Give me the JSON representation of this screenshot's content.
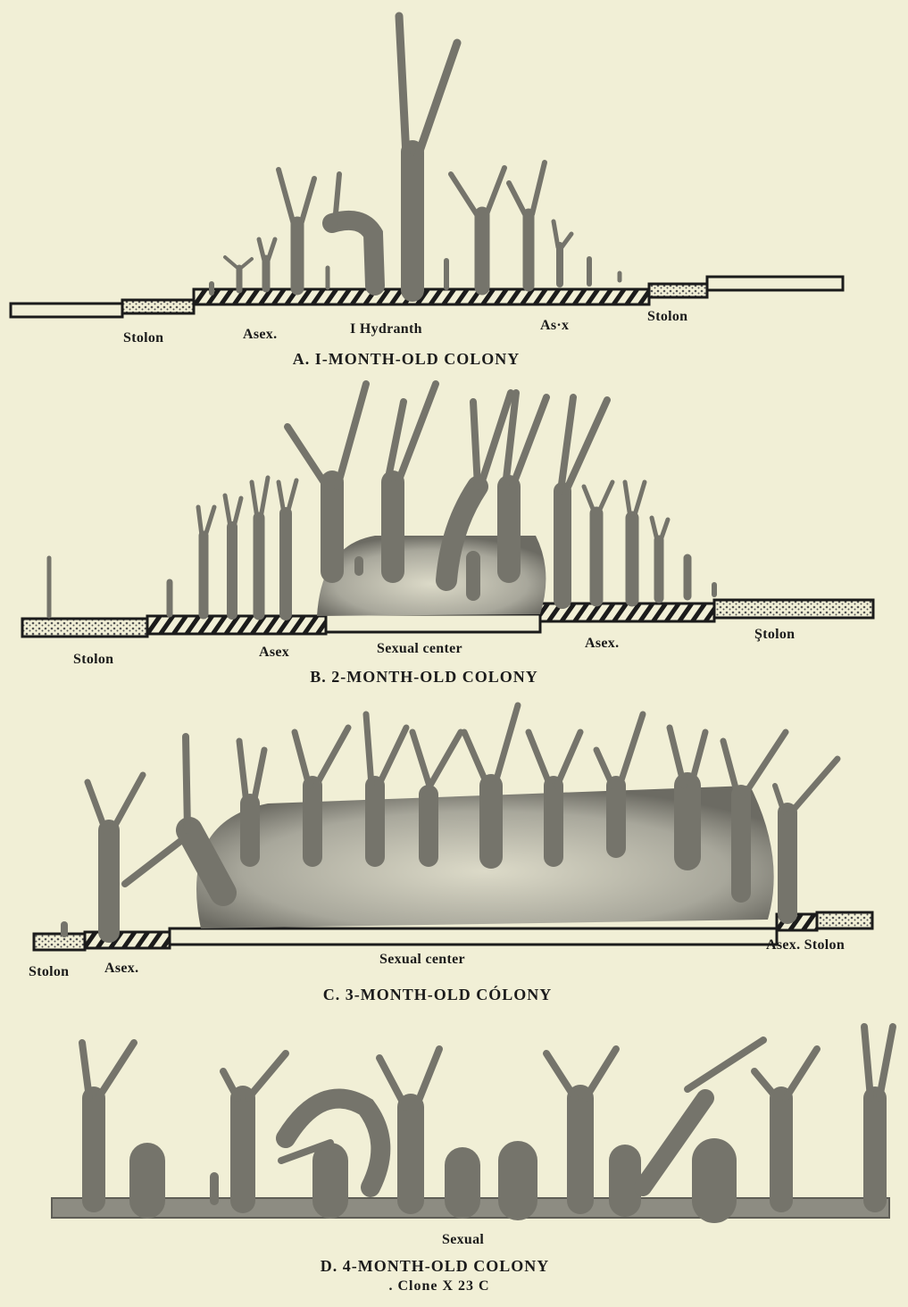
{
  "colors": {
    "paper": "#f1efd6",
    "ink": "#6f6f67",
    "dark": "#1b1b1b"
  },
  "panel_a": {
    "labels": {
      "stolon_left": "Stolon",
      "asex_left": "Asex.",
      "hydranth": "I Hydranth",
      "asex_right": "As·x",
      "stolon_right": "Stolon"
    },
    "caption": "A. I-MONTH-OLD COLONY"
  },
  "panel_b": {
    "labels": {
      "stolon_left": "Stolon",
      "asex_left": "Asex",
      "center": "Sexual center",
      "asex_right": "Asex.",
      "stolon_right": "Ştolon"
    },
    "caption": "B. 2-MONTH-OLD COLONY"
  },
  "panel_c": {
    "labels": {
      "stolon_left": "Stolon",
      "asex_left": "Asex.",
      "center": "Sexual center",
      "asex_stolon_right": "Asex. Stolon"
    },
    "caption": "C. 3-MONTH-OLD CÓLONY"
  },
  "panel_d": {
    "labels": {
      "center": "Sexual"
    },
    "caption": "D. 4-MONTH-OLD COLONY",
    "subcaption": ". Clone X 23 C"
  }
}
